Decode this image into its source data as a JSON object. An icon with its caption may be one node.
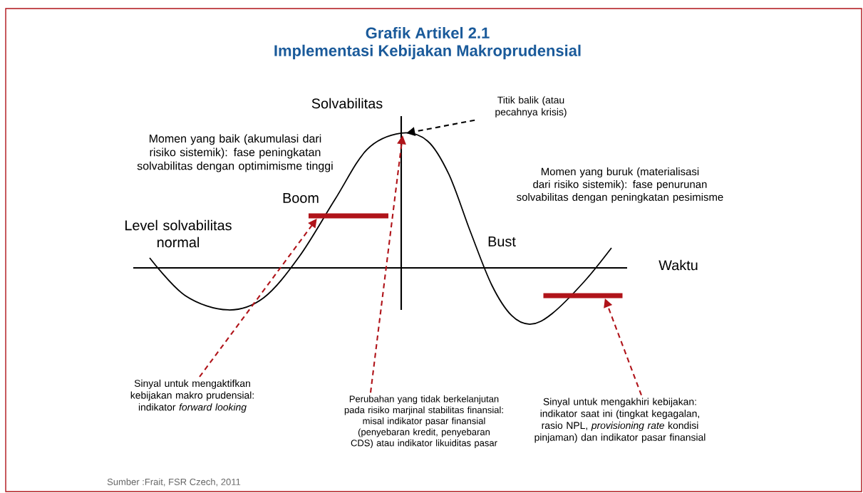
{
  "diagram": {
    "title": "Grafik Artikel 2.1",
    "nodes": [
      {
        "text": [
          "Titik balik (atau pecahnya krisis)"
        ]
      },
      {
        "text": [],
        "shape": "bar"
      },
      {
        "text": [],
        "shape": "bar"
      },
      {
        "text": [
          "Sinyal untuk mengaktifkan kebijakan makro prudensial: indikator *forward looking*"
        ]
      },
      {
        "text": [
          "Perubahan yang tidak berkelanjutan pada risiko marjinal stabilitas finansial: misal indikator pasar finansial (penyebaran kredit, penyebaran CDS) atau indikator likuiditas pasar"
        ]
      },
      {
        "text": [
          "Sinyal untuk mengakhiri kebijakan: indikator saat ini (tingkat kegagalan, rasio NPL, *provisioning rate* kondisi pinjaman) dan indikator pasar finansial"
        ]
      }
    ],
    "edges": [
      {
        "from": 0,
        "to": null,
        "arrow": "to",
        "style": "dashed",
        "color": "#000000"
      },
      {
        "from": 3,
        "to": 1,
        "arrow": "to",
        "style": "dashed"
      },
      {
        "from": 4,
        "to": null,
        "arrow": "to",
        "style": "dashed"
      },
      {
        "from": 5,
        "to": 2,
        "arrow": "to",
        "style": "dashed"
      }
    ],
    "labels": [
      "Implementasi Kebijakan Makroprudensial",
      "Solvabilitas",
      "Momen yang baik (akumulasi dari risiko sistemik): fase peningkatan solvabilitas dengan optimimisme tinggi",
      "Boom",
      "Level solvabilitas normal",
      "Bust",
      "Waktu",
      "Momen yang buruk (materialisasi dari risiko sistemik): fase penurunan solvabilitas dengan peningkatan pesimisme",
      "Sumber :Frait, FSR Czech, 2011"
    ]
  }
}
